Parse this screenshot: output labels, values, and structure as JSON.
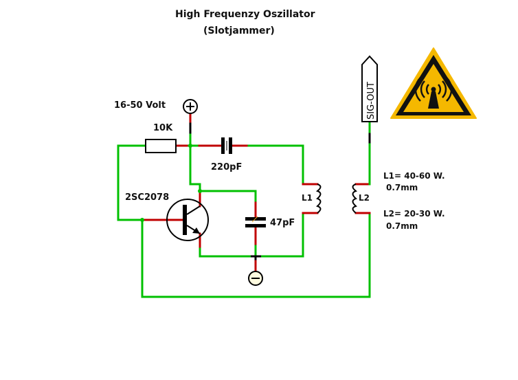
{
  "title": {
    "line1": "High Frequenzy Oszillator",
    "line2": "(Slotjammer)"
  },
  "components": {
    "supply_label": "16-50 Volt",
    "resistor": "10K",
    "capacitor_coupling": "220pF",
    "transistor": "2SC2078",
    "capacitor_feedback": "47pF",
    "coil1": "L1",
    "coil2": "L2",
    "output": "SIG-OUT"
  },
  "notes": {
    "l1_turns": "L1= 40-60 W.",
    "l1_wire": "0.7mm",
    "l2_turns": "L2= 20-30 W.",
    "l2_wire": "0.7mm"
  },
  "colors": {
    "wire": "#00c000",
    "lead": "#c00000",
    "symbol": "#000000",
    "terminal_fill": "#fffbe0",
    "warning_yellow": "#f5b800"
  },
  "icons": {
    "plus": "positive-terminal-icon",
    "minus": "negative-terminal-icon",
    "warning": "non-ionizing-radiation-warning-icon"
  }
}
